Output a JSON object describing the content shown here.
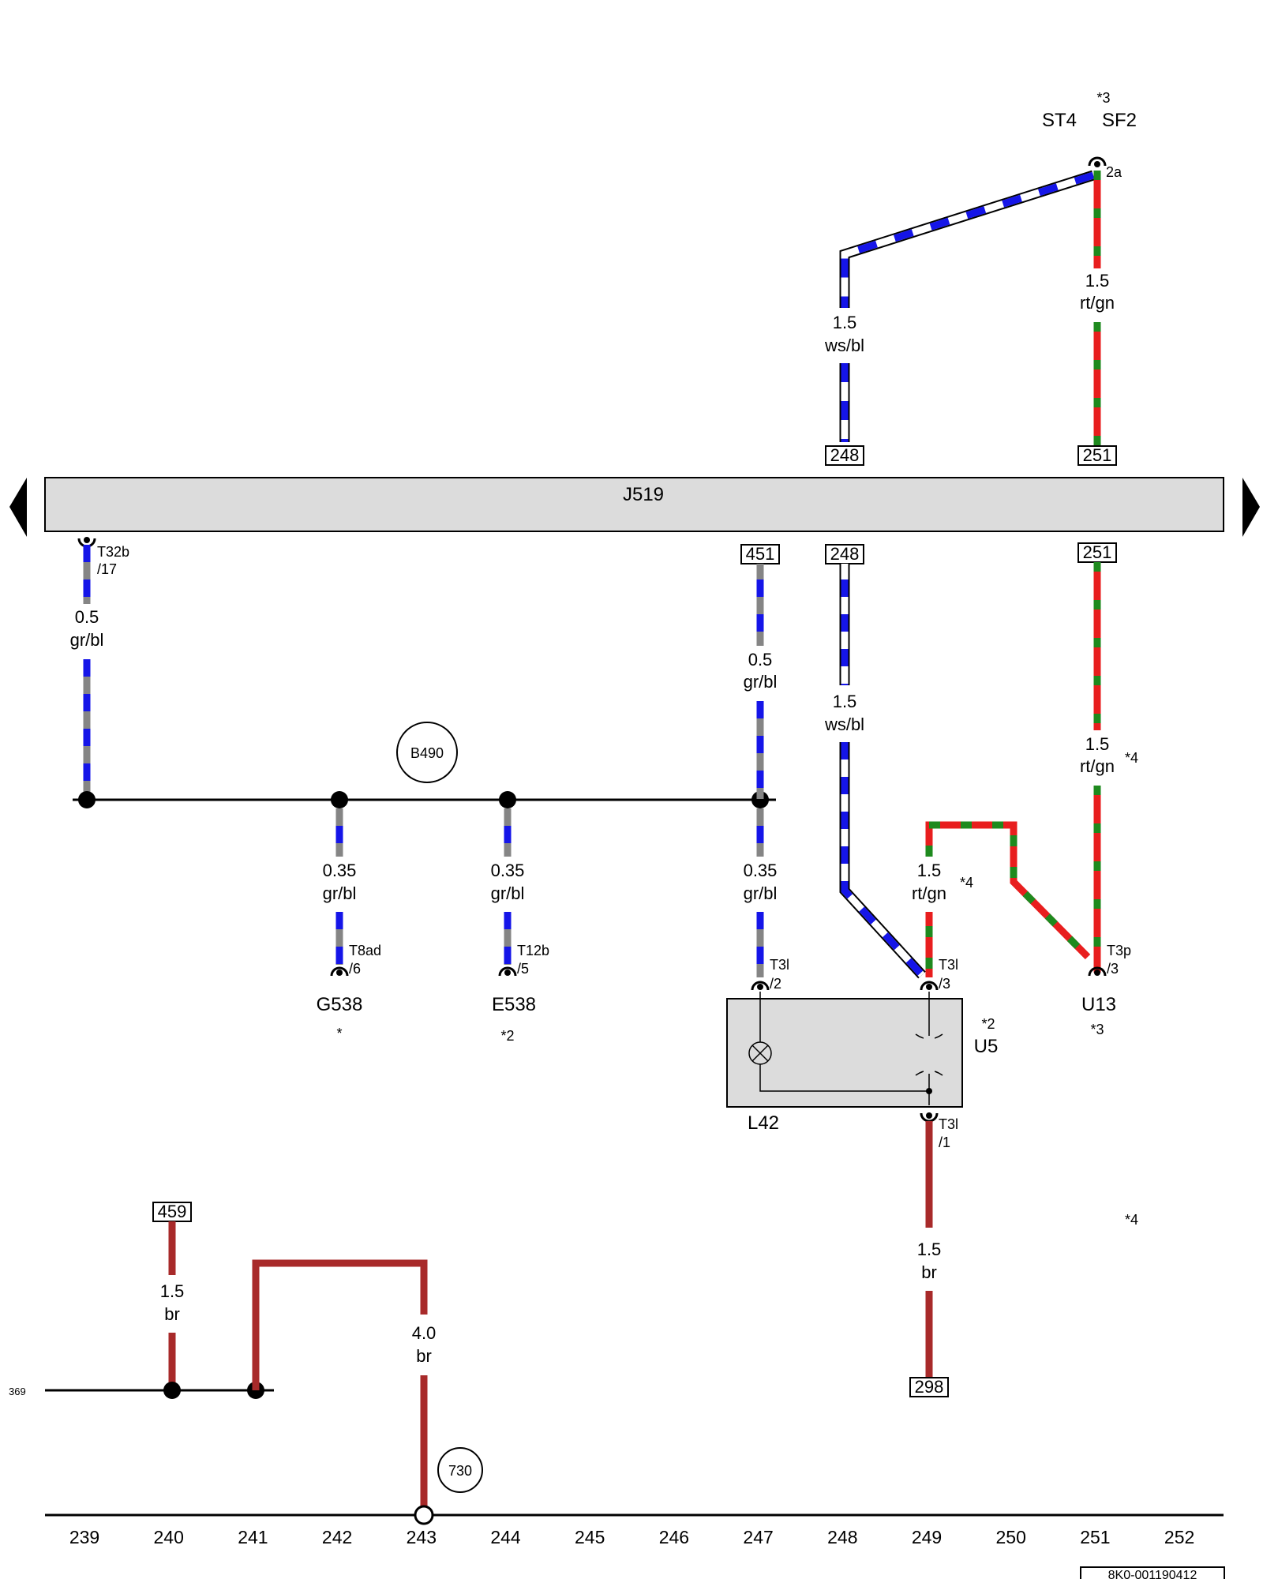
{
  "control_unit": {
    "name": "J519",
    "left_arrow_icon": "triangle-left",
    "right_arrow_icon": "triangle-right"
  },
  "fuses": {
    "st": "ST4",
    "sf": "SF2",
    "note": "*3",
    "pin": "2a"
  },
  "wires": {
    "w_wsbl_top": {
      "size": "1.5",
      "color": "ws/bl"
    },
    "w_rtgn_top": {
      "size": "1.5",
      "color": "rt/gn"
    },
    "w_grbl_t32b": {
      "size": "0.5",
      "color": "gr/bl"
    },
    "w_grbl_451": {
      "size": "0.5",
      "color": "gr/bl"
    },
    "w_wsbl_bot": {
      "size": "1.5",
      "color": "ws/bl"
    },
    "w_rtgn_bot": {
      "size": "1.5",
      "color": "rt/gn",
      "note": "*4"
    },
    "w_g538": {
      "size": "0.35",
      "color": "gr/bl"
    },
    "w_e538": {
      "size": "0.35",
      "color": "gr/bl"
    },
    "w_l42": {
      "size": "0.35",
      "color": "gr/bl"
    },
    "w_u5": {
      "size": "1.5",
      "color": "rt/gn",
      "note": "*4"
    },
    "w_br_u5": {
      "size": "1.5",
      "color": "br"
    },
    "w_br_459": {
      "size": "1.5",
      "color": "br"
    },
    "w_br_730": {
      "size": "4.0",
      "color": "br"
    }
  },
  "refs": {
    "r248_top": "248",
    "r251_top": "251",
    "r451": "451",
    "r248_bot": "248",
    "r251_bot": "251",
    "r459": "459",
    "r298": "298"
  },
  "connectors": {
    "t32b": {
      "a": "T32b",
      "b": "/17"
    },
    "t8ad": {
      "a": "T8ad",
      "b": "/6"
    },
    "t12b": {
      "a": "T12b",
      "b": "/5"
    },
    "t3l2": {
      "a": "T3l",
      "b": "/2"
    },
    "t3l3": {
      "a": "T3l",
      "b": "/3"
    },
    "t3p": {
      "a": "T3p",
      "b": "/3"
    },
    "t3l1": {
      "a": "T3l",
      "b": "/1"
    }
  },
  "components": {
    "g538": {
      "name": "G538",
      "note": "*"
    },
    "e538": {
      "name": "E538",
      "note": "*2"
    },
    "l42": {
      "name": "L42"
    },
    "u5": {
      "name": "U5",
      "note": "*2"
    },
    "u13": {
      "name": "U13",
      "note": "*3"
    }
  },
  "grounds": {
    "b490": "B490",
    "ground_730": "730",
    "line_369": "369"
  },
  "notes": {
    "n4_right": "*4"
  },
  "column_numbers": [
    "239",
    "240",
    "241",
    "242",
    "243",
    "244",
    "245",
    "246",
    "247",
    "248",
    "249",
    "250",
    "251",
    "252"
  ],
  "doc_id": "8K0-001190412",
  "colors": {
    "blue": "#1515e8",
    "grey": "#858585",
    "red": "#e81e1e",
    "green": "#1e8a1e",
    "brown": "#a82a2a",
    "unit_fill": "#dcdcdc"
  }
}
